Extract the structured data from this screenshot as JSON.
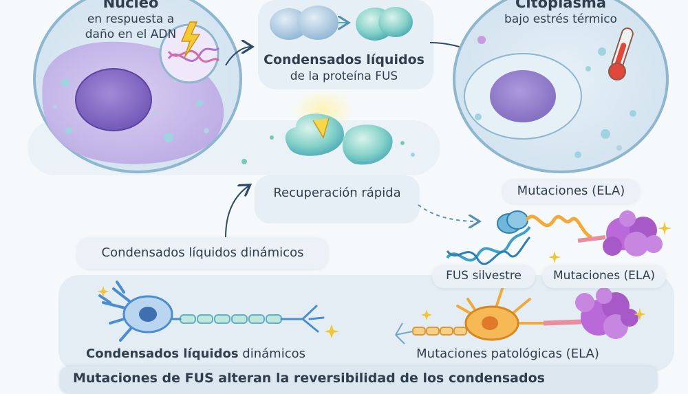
{
  "nucleus": {
    "title": "Núcleo",
    "subtitle_line1": "en respuesta a",
    "subtitle_line2": "daño en el ADN"
  },
  "condensates": {
    "title": "Condensados líquidos",
    "subtitle": "de la proteína FUS"
  },
  "cytoplasm": {
    "title": "Citoplasma",
    "subtitle": "bajo estrés térmico"
  },
  "recovery": {
    "label": "Recuperación rápida"
  },
  "dynamic_mid": {
    "label": "Condensados líquidos dinámicos"
  },
  "mutations_top": {
    "label": "Mutaciones (ELA)"
  },
  "fus_wild": {
    "label": "FUS silvestre"
  },
  "mutations_right": {
    "label": "Mutaciones (ELA)"
  },
  "neuron_left": {
    "label_bold": "Condensados líquidos",
    "label_rest": " dinámicos"
  },
  "neuron_right": {
    "label": "Mutaciones patológicas (ELA)"
  },
  "bottom_banner": {
    "text": "Mutaciones de FUS alteran la reversibilidad de los condensados"
  },
  "colors": {
    "cell_membrane": "#8fb6cf",
    "cell_fill": "#dbe9f3",
    "nucleus_fill": "#c4b3e6",
    "nucleolus": "#8266c4",
    "condensate": "#7fd0c8",
    "dna": "#3ea0c8",
    "aggregate": "#b96ad8",
    "neuron_blue": "#4a8ed1",
    "neuron_orange": "#f1a93a"
  },
  "icons": [
    "lightning-icon",
    "dna-icon",
    "thermometer-icon",
    "arrow-icon",
    "sparkle-icon"
  ]
}
